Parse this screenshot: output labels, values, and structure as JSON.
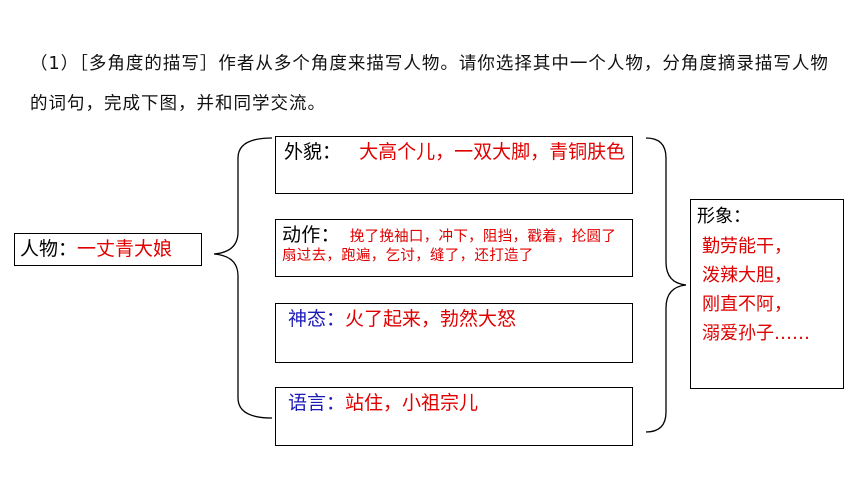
{
  "instruction": {
    "text": "（1）［多角度的描写］作者从多个角度来描写人物。请你选择其中一个人物，分角度摘录描写人物的词句，完成下图，并和同学交流。"
  },
  "character": {
    "label": "人物：",
    "value": "一丈青大娘"
  },
  "aspects": {
    "appearance": {
      "label": "外貌：",
      "value": "大高个儿，一双大脚，青铜肤色"
    },
    "action": {
      "label": "动作：",
      "value": "挽了挽袖口，冲下，阻挡，戳着，抡圆了扇过去，跑遍，乞讨，缝了，还打造了"
    },
    "expression": {
      "label": "神态：",
      "value": "火了起来，勃然大怒"
    },
    "speech": {
      "label": "语言：",
      "value": "站住，小祖宗儿"
    }
  },
  "image": {
    "label": "形象：",
    "traits": [
      "勤劳能干，",
      "泼辣大胆，",
      "刚直不阿，",
      "溺爱孙子……"
    ]
  },
  "colors": {
    "label_black": "#000000",
    "label_blue": "#1a1ab8",
    "value_red": "#e00000"
  }
}
